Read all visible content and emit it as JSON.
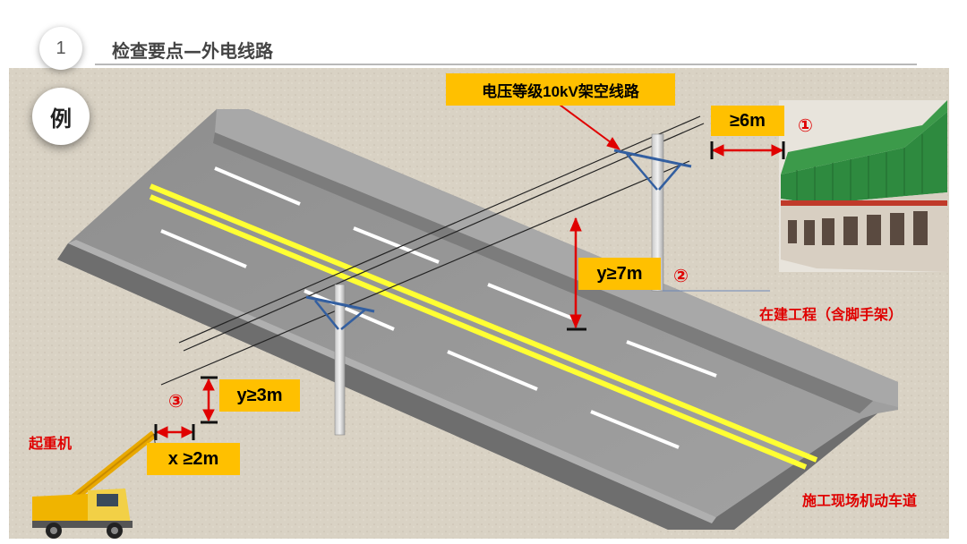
{
  "header": {
    "number": "1",
    "title": "检查要点—外电线路"
  },
  "example_badge": "例",
  "labels": {
    "powerline": "电压等级10kV架空线路",
    "horiz_building": "≥6m",
    "vert_road": "y≥7m",
    "vert_crane": "y≥3m",
    "horiz_crane": "x ≥2m",
    "building": "在建工程（含脚手架）",
    "road": "施工现场机动车道",
    "crane": "起重机",
    "marker1": "①",
    "marker2": "②",
    "marker3": "③"
  },
  "colors": {
    "tag_bg": "#ffc000",
    "red": "#e00000",
    "yellow_line": "#ffff33",
    "road": "#9a9a9a"
  }
}
